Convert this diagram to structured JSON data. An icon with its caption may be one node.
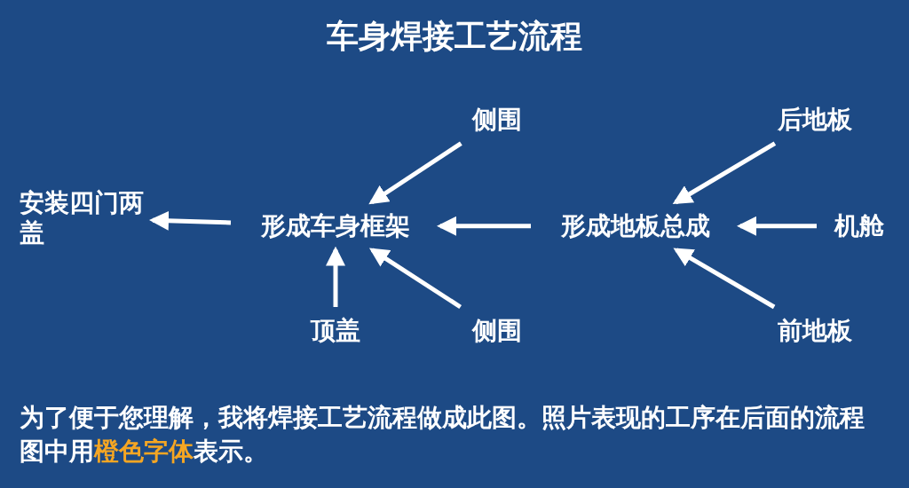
{
  "diagram": {
    "title": "车身焊接工艺流程",
    "nodes": [
      {
        "text": [
          "安装四门两盖"
        ]
      },
      {
        "text": [
          "形成车身框架"
        ]
      },
      {
        "text": [
          "侧围"
        ]
      },
      {
        "text": [
          "顶盖"
        ]
      },
      {
        "text": [
          "侧围"
        ]
      },
      {
        "text": [
          "形成地板总成"
        ]
      },
      {
        "text": [
          "后地板"
        ]
      },
      {
        "text": [
          "机舱"
        ]
      },
      {
        "text": [
          "前地板"
        ]
      }
    ],
    "edges": [
      {
        "from": 1,
        "to": 0,
        "arrow": "to"
      },
      {
        "from": 2,
        "to": 1,
        "arrow": "to"
      },
      {
        "from": 3,
        "to": 1,
        "arrow": "to"
      },
      {
        "from": 4,
        "to": 1,
        "arrow": "to"
      },
      {
        "from": 5,
        "to": 1,
        "arrow": "to"
      },
      {
        "from": 6,
        "to": 5,
        "arrow": "to"
      },
      {
        "from": 7,
        "to": 5,
        "arrow": "to"
      },
      {
        "from": 8,
        "to": 5,
        "arrow": "to"
      }
    ],
    "caption": "为了便于您理解，我将焊接工艺流程做成此图。照片表现的工序在后面的流程图中用**橙色字体**表示。"
  }
}
